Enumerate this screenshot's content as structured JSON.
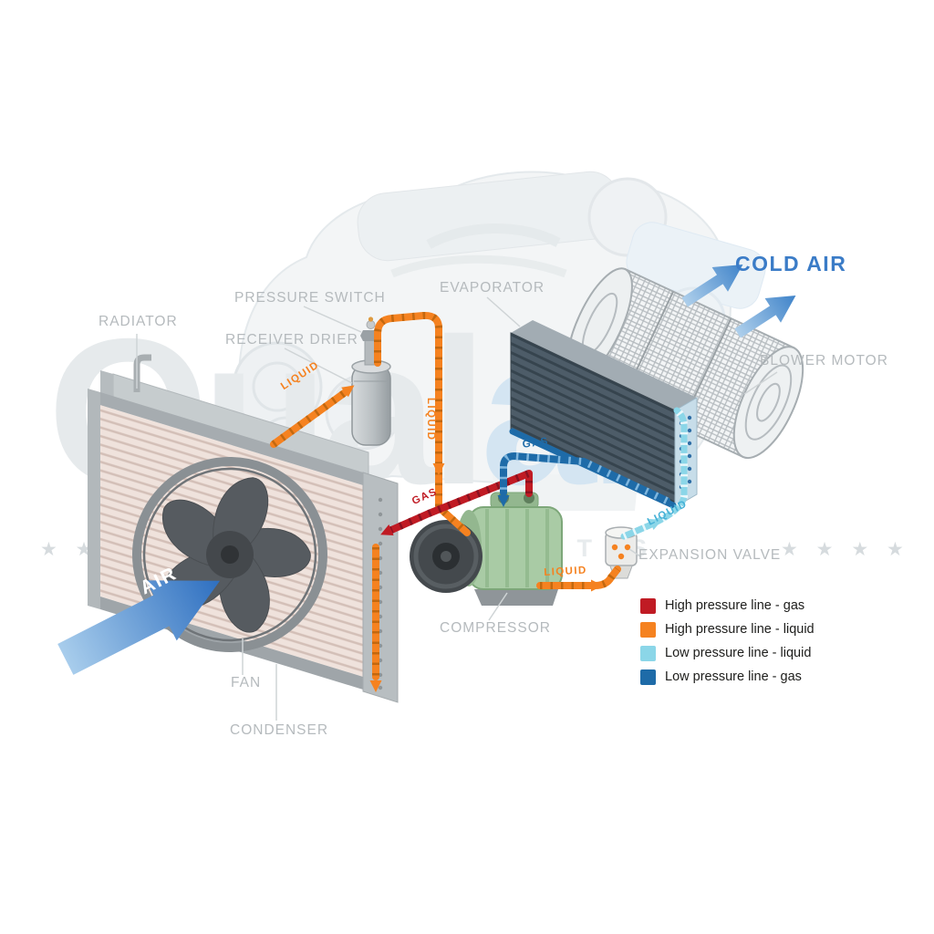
{
  "component_labels": {
    "radiator": "RADIATOR",
    "pressure_switch": "PRESSURE SWITCH",
    "receiver_drier": "RECEIVER DRIER",
    "evaporator": "EVAPORATOR",
    "blower_motor": "BLOWER MOTOR",
    "expansion_valve": "EXPANSION VALVE",
    "compressor": "COMPRESSOR",
    "fan": "FAN",
    "condenser": "CONDENSER"
  },
  "flow_labels": {
    "cold_air": "COLD AIR",
    "air": "AIR",
    "liquid_to_drier": "LIQUID",
    "liquid_from_drier": "LIQUID",
    "gas_to_compressor": "GAS",
    "gas_to_condenser": "GAS",
    "liquid_to_evaporator": "LIQUID",
    "liquid_to_expansion": "LIQUID"
  },
  "legend": {
    "items": [
      {
        "label": "High pressure line - gas",
        "color": "#c01b24"
      },
      {
        "label": "High pressure line - liquid",
        "color": "#f58220"
      },
      {
        "label": "Low pressure line - liquid",
        "color": "#8bd6e8"
      },
      {
        "label": "Low pressure line -  gas",
        "color": "#1e6ba8"
      }
    ]
  },
  "watermark": {
    "part1": "Qual",
    "part2": "air",
    "subtext": "AUTO PARTS",
    "stars_left": "★ ★ ★ ★",
    "stars_right": "★ ★ ★ ★"
  },
  "colors": {
    "high_pressure_gas": "#c01b24",
    "high_pressure_liquid": "#f58220",
    "low_pressure_liquid": "#8bd6e8",
    "low_pressure_gas": "#1e6ba8",
    "cold_air_arrow": "#3f83c9",
    "air_arrow": "#2e6fc0",
    "label_gray": "#b5babd"
  }
}
